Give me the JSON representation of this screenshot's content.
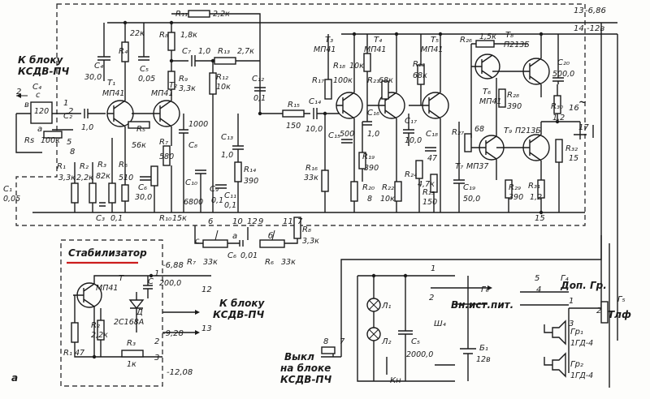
{
  "labels": {
    "to_ksdv_left_1": "К блоку",
    "to_ksdv_left_2": "КСДВ-ПЧ",
    "stabilizer": "Стабилизатор",
    "to_ksdv_stab_1": "К блоку",
    "to_ksdv_stab_2": "КСДВ-ПЧ",
    "ext_supply": "Вн.ист.пит.",
    "off_block_1": "Выкл",
    "off_block_2": "на блоке",
    "off_block_3": "КСДВ-ПЧ",
    "fig": "а",
    "aux_gr": "Доп. Гр.",
    "tlf": "Тлф",
    "tilde": "~"
  },
  "rails": {
    "v_neg_686": "-6,86",
    "v_neg_128": "-12в",
    "v_neg_688": "-6,88",
    "v_neg_928": "-9,28",
    "v_neg_1208": "-12,08"
  },
  "nodes": [
    "1",
    "2",
    "3",
    "4",
    "5",
    "6",
    "7",
    "8",
    "9",
    "10",
    "11",
    "12",
    "13",
    "14",
    "15",
    "16",
    "17"
  ],
  "transistors": {
    "T1": {
      "ref": "T₁",
      "type": "МП41"
    },
    "T2": {
      "ref": "T₂",
      "type": "МП41"
    },
    "T3": {
      "ref": "T₃",
      "type": "МП41"
    },
    "T4": {
      "ref": "T₄",
      "type": "МП41"
    },
    "T5": {
      "ref": "T₅",
      "type": "МП41"
    },
    "T6": {
      "ref": "T₆",
      "type": "МП41"
    },
    "T7": {
      "ref": "T₇",
      "type": "МП37"
    },
    "T8": {
      "ref": "T₈",
      "type": "П213Б"
    },
    "T9": {
      "ref": "T₉",
      "type": "П213Б"
    },
    "Ts": {
      "ref": "T",
      "type": "МП41"
    }
  },
  "resistors": {
    "R1": {
      "ref": "R₁",
      "val": "3,3к"
    },
    "R2": {
      "ref": "R₂",
      "val": "2,2к"
    },
    "R3": {
      "ref": "R₃",
      "val": "82к"
    },
    "R4": {
      "ref": "R₄",
      "val": "22к"
    },
    "R5": {
      "ref": "R₅",
      "val": "56к"
    },
    "R6": {
      "ref": "R₆",
      "val": "510"
    },
    "R7": {
      "ref": "R₇",
      "val": "580"
    },
    "R8": {
      "ref": "R₈",
      "val": "1,8к"
    },
    "R9": {
      "ref": "R₉",
      "val": "3,3к"
    },
    "R10": {
      "ref": "R₁₀",
      "val": "15к"
    },
    "R11": {
      "ref": "R₁₁",
      "val": "2,2к"
    },
    "R12": {
      "ref": "R₁₂",
      "val": "10к"
    },
    "R13": {
      "ref": "R₁₃",
      "val": "2,7к"
    },
    "R14": {
      "ref": "R₁₄",
      "val": "390"
    },
    "R15": {
      "ref": "R₁₅",
      "val": "150"
    },
    "R16": {
      "ref": "R₁₆",
      "val": "33к"
    },
    "R17": {
      "ref": "R₁₇",
      "val": "100к"
    },
    "R18": {
      "ref": "R₁₈",
      "val": "10к"
    },
    "R19": {
      "ref": "R₁₉",
      "val": "390"
    },
    "R20": {
      "ref": "R₂₀",
      "val": "8"
    },
    "R21": {
      "ref": "R₂₁",
      "val": "68к"
    },
    "R22": {
      "ref": "R₂₂",
      "val": "10к"
    },
    "R23": {
      "ref": "R₂₃",
      "val": "68к"
    },
    "R24": {
      "ref": "R₂₄",
      "val": "4,7к"
    },
    "R25": {
      "ref": "R₂₅",
      "val": "150"
    },
    "R26": {
      "ref": "R₂₆",
      "val": "1,5к"
    },
    "R27": {
      "ref": "R₂₇",
      "val": "68"
    },
    "R28": {
      "ref": "R₂₈",
      "val": "390"
    },
    "R29": {
      "ref": "R₂₉",
      "val": "390"
    },
    "R30": {
      "ref": "R₃₀",
      "val": "1,2"
    },
    "R31": {
      "ref": "R₃₁",
      "val": "1,2"
    },
    "R32": {
      "ref": "R₃₂",
      "val": "15"
    },
    "Rs": {
      "ref": "Rs",
      "val": "100к"
    },
    "R7p": {
      "ref": "R₇",
      "val": "33к"
    },
    "R6p": {
      "ref": "R₆",
      "val": "33к"
    },
    "R8p": {
      "ref": "R₈",
      "val": "3,3к"
    },
    "S1": {
      "ref": "R₁",
      "val": "47"
    },
    "S2": {
      "ref": "R₂",
      "val": "2,2к"
    },
    "S3": {
      "ref": "R₃",
      "val": "1к"
    }
  },
  "capacitors": {
    "C1": {
      "ref": "C₁",
      "val": "0,05"
    },
    "C2": {
      "ref": "C₂",
      "val": "1,0"
    },
    "C3": {
      "ref": "C₃",
      "val": "0,1"
    },
    "C4": {
      "ref": "C₄",
      "val": "30,0"
    },
    "C4b": {
      "ref": "C₄",
      "val": "120"
    },
    "C5": {
      "ref": "C₅",
      "val": "0,05"
    },
    "C6": {
      "ref": "C₆",
      "val": "30,0"
    },
    "C7": {
      "ref": "C₇",
      "val": "1,0"
    },
    "C8": {
      "ref": "C₈",
      "val": "1000"
    },
    "C9": {
      "ref": "C₉",
      "val": "0,1"
    },
    "C10": {
      "ref": "C₁₀",
      "val": "6800"
    },
    "C11": {
      "ref": "C₁₁",
      "val": "0,1"
    },
    "C12": {
      "ref": "C₁₂",
      "val": "0,1"
    },
    "C13": {
      "ref": "C₁₃",
      "val": "1,0"
    },
    "C14": {
      "ref": "C₁₄",
      "val": "10,0"
    },
    "C15": {
      "ref": "C₁₅",
      "val": "500"
    },
    "C16": {
      "ref": "C₁₆",
      "val": "1,0"
    },
    "C17": {
      "ref": "C₁₇",
      "val": "10,0"
    },
    "C18": {
      "ref": "C₁₈",
      "val": "47"
    },
    "C19": {
      "ref": "C₁₉",
      "val": "50,0"
    },
    "C20": {
      "ref": "C₂₀",
      "val": "500,0"
    },
    "C6p": {
      "ref": "C₆",
      "val": "0,01"
    },
    "Sc": {
      "ref": "C",
      "val": "200,0"
    },
    "Cext": {
      "ref": "C₅",
      "val": "2000,0"
    }
  },
  "misc": {
    "diode_ref": "Д",
    "diode_type": "2С168А",
    "L1": "Л₁",
    "L2": "Л₂",
    "Kn": "Кн",
    "B1": "Б₁",
    "B1_val": "12в",
    "Sh4": "Ш₄",
    "G4": "Г₄",
    "G5": "Г₅",
    "G6": "Г₆",
    "Gr1": "Гр₁",
    "Gr1_type": "1ГД-4",
    "Gr2": "Гр₂",
    "Gr2_type": "1ГД-4",
    "pin_a": "а",
    "pin_b": "б",
    "pin_v": "в",
    "pin_c": "с"
  }
}
